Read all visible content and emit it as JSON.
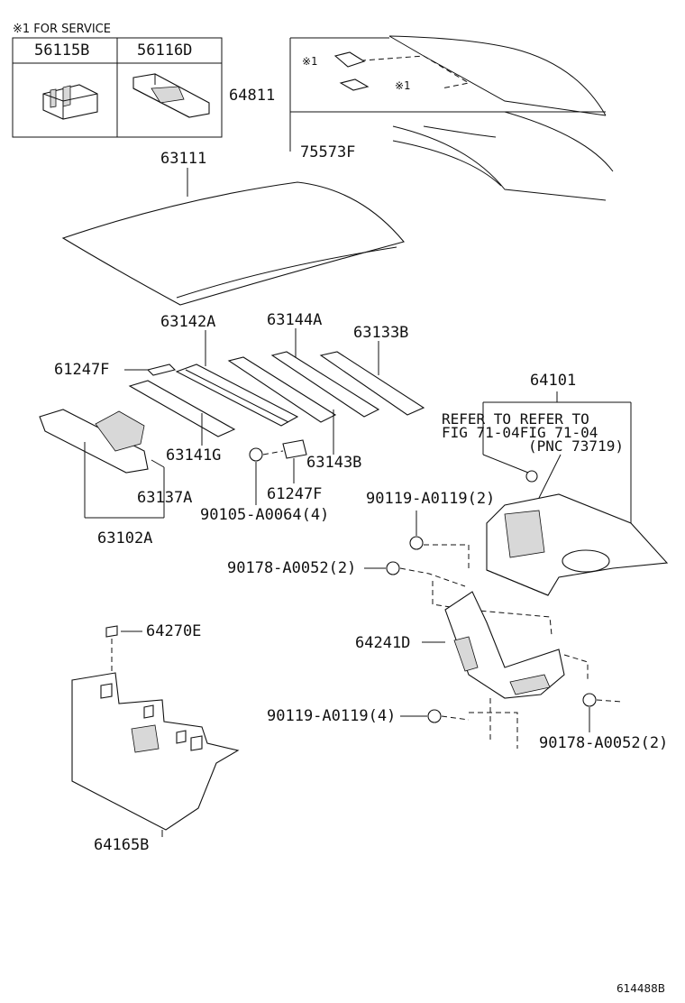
{
  "service_note": "※1 FOR SERVICE",
  "service_table": {
    "headers": [
      "56115B",
      "56116D"
    ]
  },
  "marker_symbol": "※1",
  "labels": {
    "p64811": "64811",
    "p75573F": "75573F",
    "p63111": "63111",
    "p63142A": "63142A",
    "p63144A": "63144A",
    "p63133B": "63133B",
    "p61247F_a": "61247F",
    "p64101": "64101",
    "ref_line1": "REFER TO REFER TO",
    "ref_line2": "FIG 71-04FIG 71-04",
    "ref_line3": "(PNC 73719)",
    "p63141G": "63141G",
    "p63143B": "63143B",
    "p63137A": "63137A",
    "p61247F_b": "61247F",
    "p90105": "90105-A0064(4)",
    "p90119_2": "90119-A0119(2)",
    "p63102A": "63102A",
    "p90178_2a": "90178-A0052(2)",
    "p64270E": "64270E",
    "p64241D": "64241D",
    "p90119_4": "90119-A0119(4)",
    "p90178_2b": "90178-A0052(2)",
    "p64165B": "64165B"
  },
  "figure_id": "614488B"
}
